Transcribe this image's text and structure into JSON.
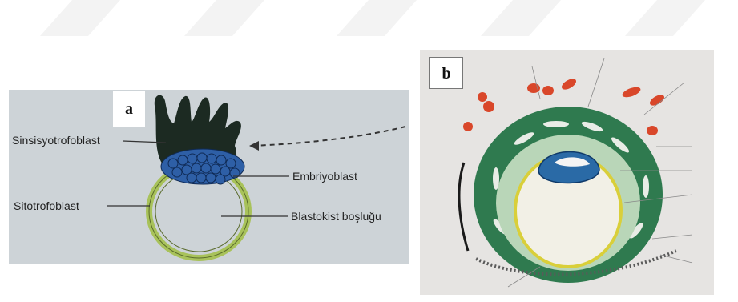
{
  "panel_a": {
    "label": "a",
    "labels": {
      "sinsisyotrofoblast": "Sinsisyotrofoblast",
      "sitotrofoblast": "Sitotrofoblast",
      "embriyoblast": "Embriyoblast",
      "blastokist": "Blastokist boşluğu"
    }
  },
  "panel_b": {
    "label": "b"
  },
  "colors": {
    "syncytio": "#1c2a22",
    "cyto": "#a8c25a",
    "embryoblast": "#2e5fa6",
    "placenta_green": "#2f7a4f",
    "blood": "#d9472a"
  }
}
